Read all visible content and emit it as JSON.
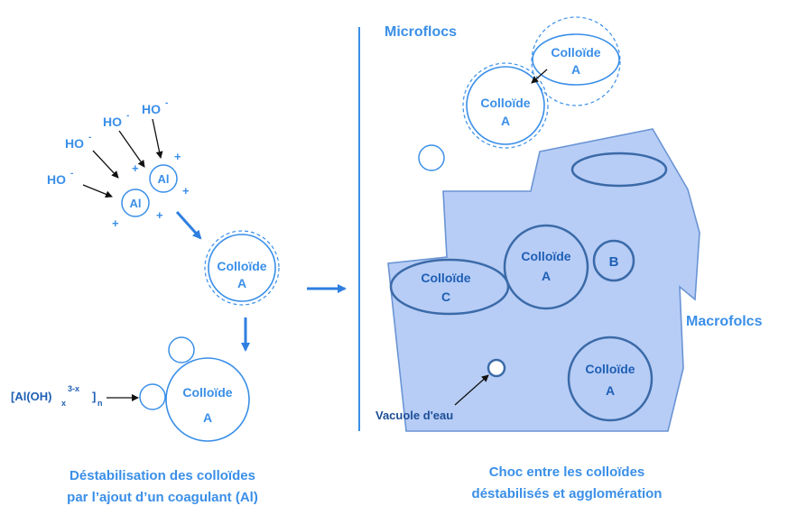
{
  "colors": {
    "light_blue": "#3a8fe8",
    "mid_blue": "#2f73c8",
    "dark_blue": "#3b6aa8",
    "macrofloc_fill": "#b7cdf6",
    "text_dark_blue": "#1f5fb5",
    "text_navy": "#1d4e96"
  },
  "left_panel": {
    "ho_label": "HO",
    "ho_charge": "-",
    "al_label": "Al",
    "plus": "+",
    "colloid_a_line1": "Colloïde",
    "colloid_a_line2": "A",
    "hydroxide": {
      "main": "[Al(OH)",
      "sub_x": "x",
      "sup": "3-x",
      "bracket": "]",
      "sub_n": "n"
    },
    "caption_line1": "Déstabilisation des colloïdes",
    "caption_line2": "par l’ajout d’un coagulant (Al)"
  },
  "right_panel": {
    "microflocs_label": "Microflocs",
    "macroflocs_label": "Macrofolcs",
    "colloid_line1": "Colloïde",
    "colloid_a": "A",
    "colloid_c": "C",
    "colloid_b": "B",
    "vacuole_label": "Vacuole d'eau",
    "caption_line1": "Choc entre les colloïdes",
    "caption_line2": "déstabilisés et agglomération"
  }
}
